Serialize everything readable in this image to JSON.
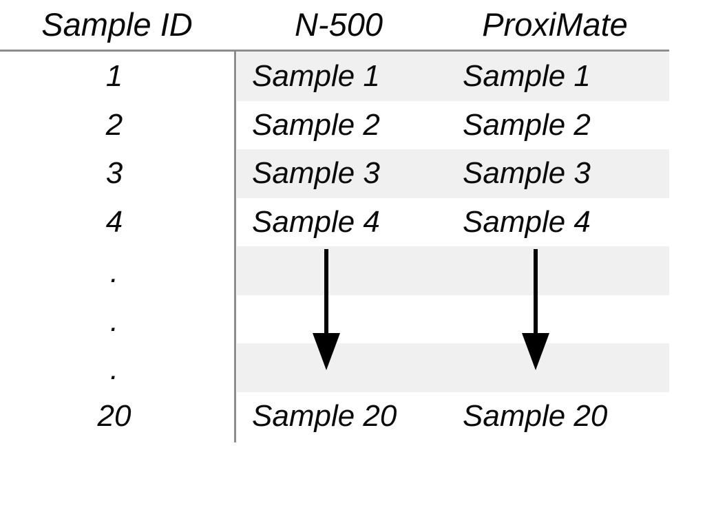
{
  "table": {
    "columns": [
      {
        "key": "sample_id",
        "label": "Sample ID"
      },
      {
        "key": "n500",
        "label": "N-500"
      },
      {
        "key": "proximate",
        "label": "ProxiMate"
      }
    ],
    "rows": [
      {
        "sample_id": "1",
        "n500": "Sample 1",
        "proximate": "Sample 1"
      },
      {
        "sample_id": "2",
        "n500": "Sample 2",
        "proximate": "Sample 2"
      },
      {
        "sample_id": "3",
        "n500": "Sample 3",
        "proximate": "Sample 3"
      },
      {
        "sample_id": "4",
        "n500": "Sample 4",
        "proximate": "Sample 4"
      },
      {
        "sample_id": ".",
        "n500": "",
        "proximate": ""
      },
      {
        "sample_id": ".",
        "n500": "",
        "proximate": ""
      },
      {
        "sample_id": ".",
        "n500": "",
        "proximate": ""
      },
      {
        "sample_id": "20",
        "n500": "Sample 20",
        "proximate": "Sample 20"
      }
    ],
    "continuation_arrows": [
      {
        "column": "n500",
        "direction": "down"
      },
      {
        "column": "proximate",
        "direction": "down"
      }
    ],
    "colors": {
      "stripe": "#f0f0f0",
      "background": "#ffffff",
      "rule": "#8c8c8c",
      "text": "#0a0a0a",
      "arrow": "#000000"
    }
  }
}
